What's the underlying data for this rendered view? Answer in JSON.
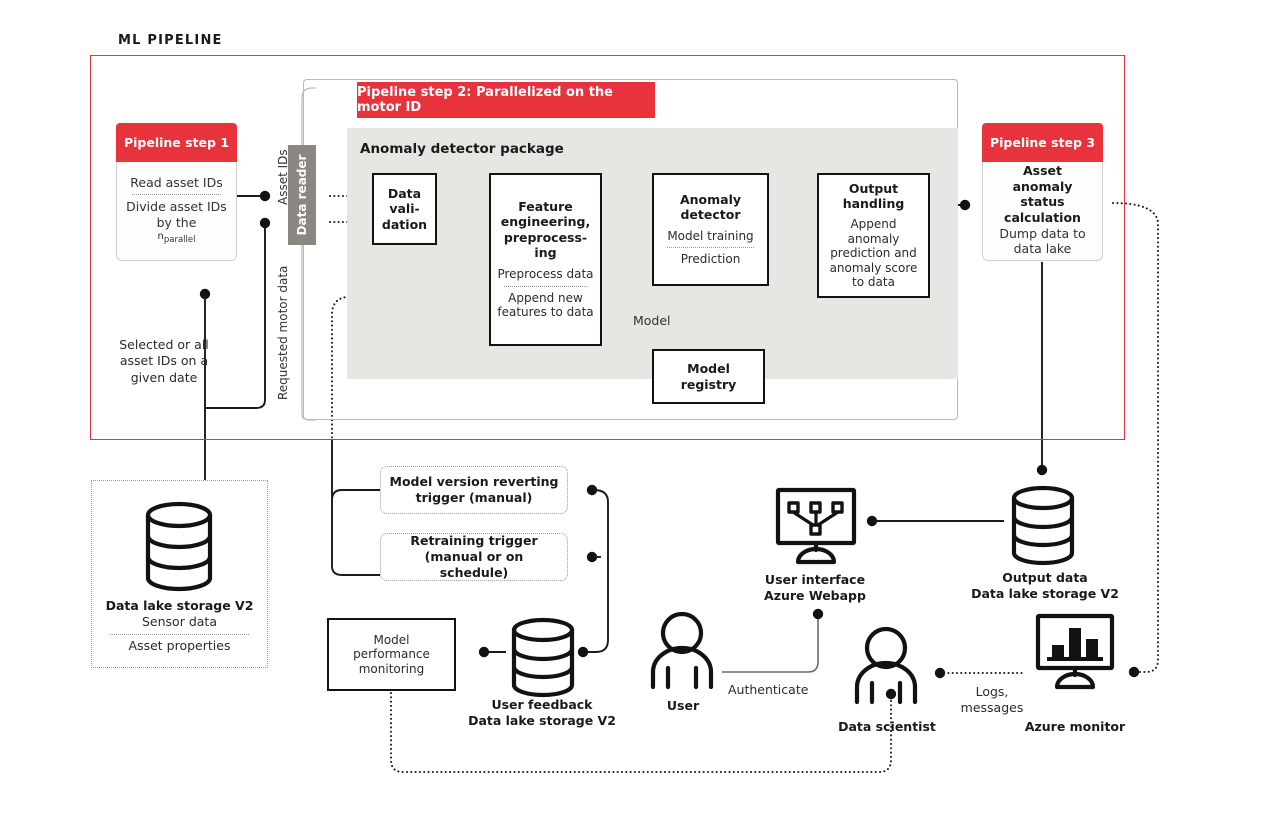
{
  "diagram": {
    "title": "ML PIPELINE",
    "accent_red": "#e8323c",
    "package_panel_color": "#e8e6e2",
    "data_reader_color": "#8c8680"
  },
  "pipeline": {
    "step1": {
      "chip": "Pipeline step 1",
      "line1": "Read asset IDs",
      "line2": "Divide asset IDs by the",
      "line3_base": "n",
      "line3_sub": "parallel"
    },
    "step2": {
      "chip": "Pipeline step 2: Parallelized on the motor ID",
      "package_label": "Anomaly detector package",
      "data_reader": "Data reader",
      "boxes": [
        {
          "name": "data-validation",
          "title": "Data vali-dation",
          "sub": []
        },
        {
          "name": "feature-engineering",
          "title": "Feature engineering, preprocess-ing",
          "sub": [
            "Preprocess data",
            "Append new features to data"
          ]
        },
        {
          "name": "anomaly-detector",
          "title": "Anomaly detector",
          "sub": [
            "Model training",
            "Prediction"
          ]
        },
        {
          "name": "output-handling",
          "title": "Output handling",
          "sub": [
            "Append anomaly prediction and anomaly score to data"
          ]
        }
      ],
      "model_label": "Model",
      "model_registry": "Model registry"
    },
    "step3": {
      "chip": "Pipeline step 3",
      "line1": "Asset anomaly status calculation",
      "line2": "Dump data to data lake"
    }
  },
  "edge_labels": {
    "asset_ids": "Asset IDs",
    "requested_motor_data": "Requested motor data",
    "selected_assets": "Selected or all asset IDs on a given date",
    "authenticate": "Authenticate",
    "logs_messages": "Logs, messages"
  },
  "storage": {
    "data_lake": {
      "title": "Data lake storage V2",
      "line1": "Sensor data",
      "line2": "Asset properties"
    },
    "user_feedback": {
      "title": "User feedback",
      "subtitle": "Data lake storage V2"
    },
    "output_data": {
      "title": "Output data",
      "subtitle": "Data lake storage V2"
    }
  },
  "triggers": {
    "revert": "Model version reverting trigger (manual)",
    "retrain": "Retraining trigger (manual or on schedule)"
  },
  "monitoring": {
    "model_performance": "Model performance monitoring"
  },
  "actors": {
    "user_interface": {
      "title": "User interface",
      "subtitle": "Azure Webapp",
      "icon": "webapp-monitor-icon"
    },
    "user": {
      "title": "User",
      "icon": "person-icon"
    },
    "data_scientist": {
      "title": "Data scientist",
      "icon": "person-icon"
    },
    "azure_monitor": {
      "title": "Azure monitor",
      "icon": "chart-monitor-icon"
    }
  },
  "icons": {
    "database": "database-cylinder-icon"
  }
}
